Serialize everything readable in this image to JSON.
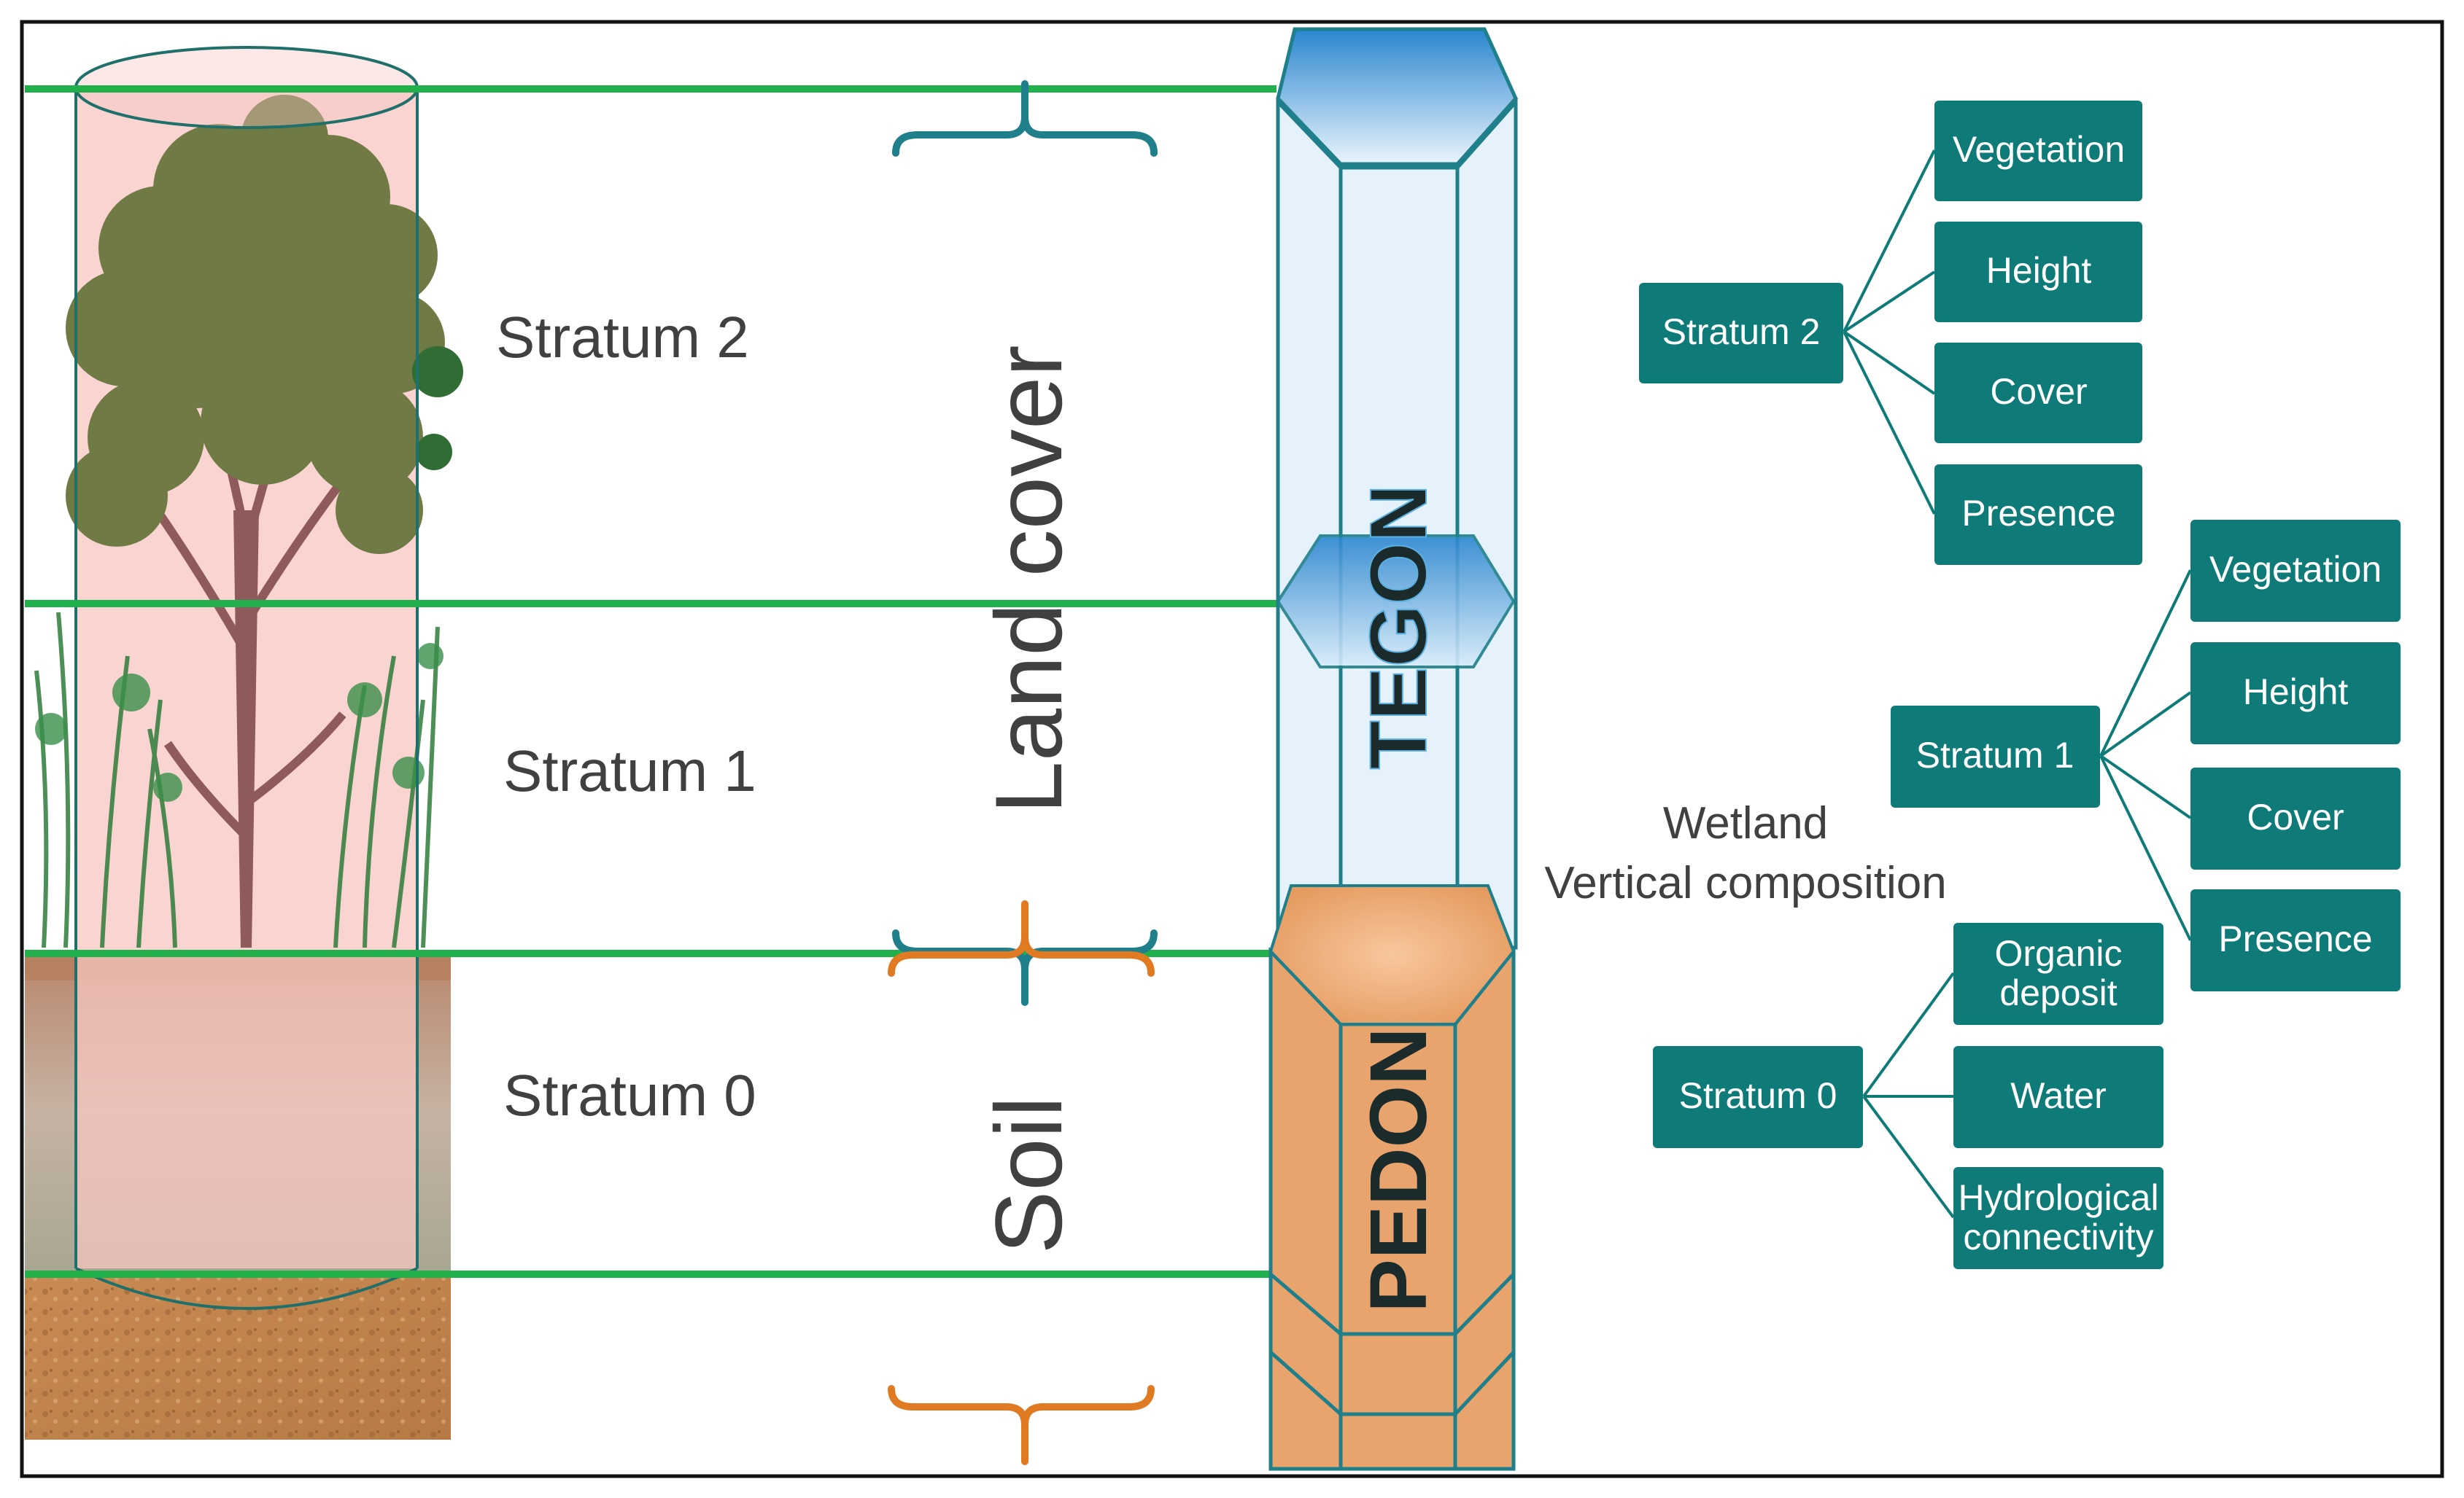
{
  "diagram": {
    "left_labels": {
      "stratum2": "Stratum  2",
      "stratum1": "Stratum  1",
      "stratum0": "Stratum  0"
    },
    "vertical_labels": {
      "land_cover": "Land cover",
      "soil": "Soil"
    },
    "column_labels": {
      "tegon": "TEGON",
      "pedon": "PEDON"
    },
    "center_caption": {
      "line1": "Wetland",
      "line2": "Vertical composition"
    },
    "trees": {
      "stratum2": {
        "root": "Stratum 2",
        "children": [
          "Vegetation",
          "Height",
          "Cover",
          "Presence"
        ]
      },
      "stratum1": {
        "root": "Stratum 1",
        "children": [
          "Vegetation",
          "Height",
          "Cover",
          "Presence"
        ]
      },
      "stratum0": {
        "root": "Stratum 0",
        "children": [
          {
            "line1": "Organic",
            "line2": "deposit"
          },
          {
            "line1": "Water",
            "line2": ""
          },
          {
            "line1": "Hydrological",
            "line2": "connectivity"
          }
        ]
      }
    },
    "colors": {
      "teal_box": "#0f7b78",
      "teal_bracket": "#1f7f8a",
      "orange_bracket": "#e07a23",
      "green_line": "#22b04b",
      "pedon_fill": "#e9a46e",
      "tegon_fill": "#e6f2fb",
      "cylinder_fill": "#f7c6c0",
      "soil_brown": "#c98b52"
    }
  }
}
